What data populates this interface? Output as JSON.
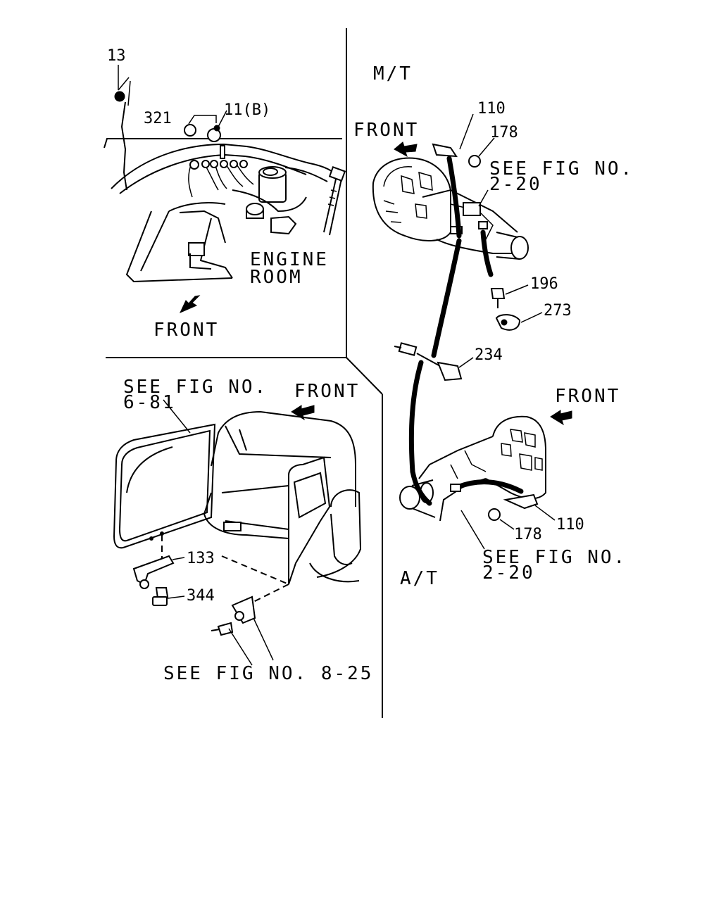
{
  "top_left": {
    "callouts": [
      "13",
      "321",
      "11(B)"
    ],
    "area_label_line1": "ENGINE",
    "area_label_line2": "ROOM",
    "front_label": "FRONT"
  },
  "top_right": {
    "variant_label": "M/T",
    "front_label": "FRONT",
    "callouts": [
      "110",
      "178",
      "196",
      "273",
      "234"
    ],
    "see_fig_line1": "SEE FIG NO.",
    "see_fig_line2": "2-20"
  },
  "bottom_left": {
    "see_fig_top_line1": "SEE FIG NO.",
    "see_fig_top_line2": "6-81",
    "front_label": "FRONT",
    "callouts": [
      "133",
      "344"
    ],
    "see_fig_bottom": "SEE FIG NO. 8-25"
  },
  "bottom_right": {
    "front_label": "FRONT",
    "callouts": [
      "110",
      "178"
    ],
    "see_fig_line1": "SEE FIG NO.",
    "see_fig_line2": "2-20",
    "variant_label": "A/T"
  }
}
